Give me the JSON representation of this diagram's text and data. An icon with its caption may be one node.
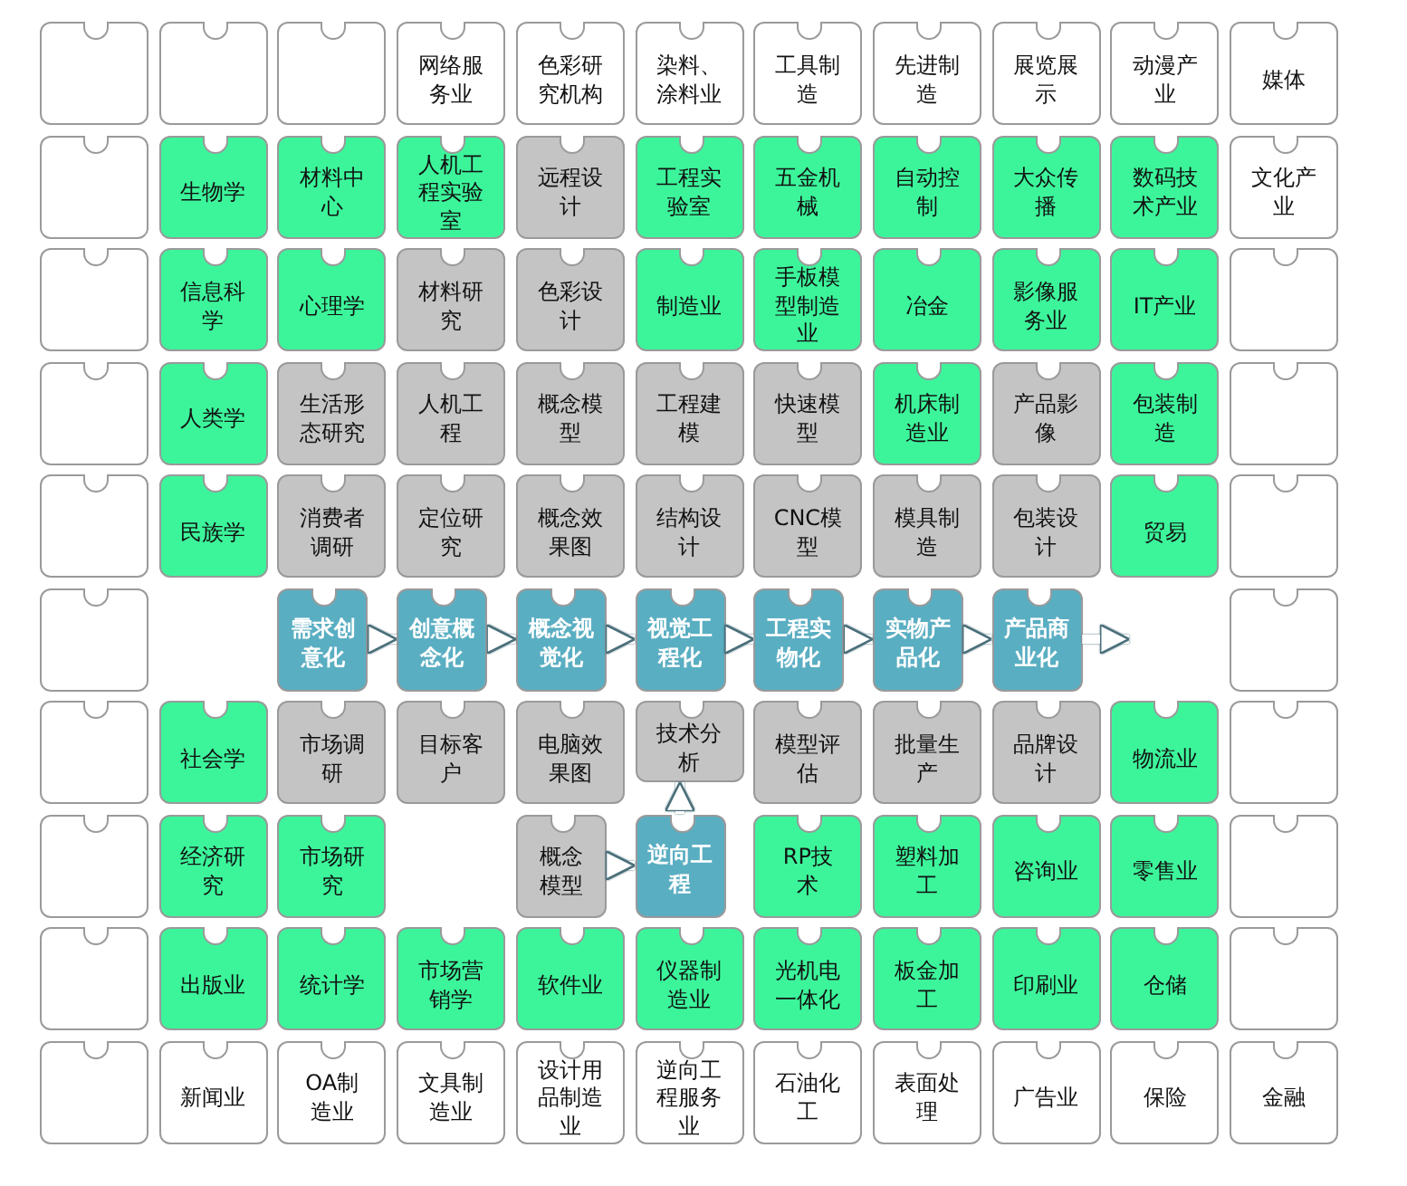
{
  "diagram": {
    "nodes": [
      {
        "text": [],
        "shape": "box"
      },
      {
        "text": [],
        "shape": "box"
      },
      {
        "text": [],
        "shape": "box"
      },
      {
        "text": [
          "网络服务业"
        ]
      },
      {
        "text": [
          "色彩研究机构"
        ]
      },
      {
        "text": [
          "染料、涂料业"
        ]
      },
      {
        "text": [
          "工具制造"
        ]
      },
      {
        "text": [
          "先进制造"
        ]
      },
      {
        "text": [
          "展览展示"
        ]
      },
      {
        "text": [
          "动漫产业"
        ]
      },
      {
        "text": [
          "媒体"
        ]
      },
      {
        "text": [],
        "shape": "box"
      },
      {
        "text": [
          "生物学"
        ]
      },
      {
        "text": [
          "材料中心"
        ]
      },
      {
        "text": [
          "人机工程实验室"
        ]
      },
      {
        "text": [
          "远程设计"
        ]
      },
      {
        "text": [
          "工程实验室"
        ]
      },
      {
        "text": [
          "五金机械"
        ]
      },
      {
        "text": [
          "自动控制"
        ]
      },
      {
        "text": [
          "大众传播"
        ]
      },
      {
        "text": [
          "数码技术产业"
        ]
      },
      {
        "text": [
          "文化产业"
        ]
      },
      {
        "text": [],
        "shape": "box"
      },
      {
        "text": [
          "信息科学"
        ]
      },
      {
        "text": [
          "心理学"
        ]
      },
      {
        "text": [
          "材料研究"
        ]
      },
      {
        "text": [
          "色彩设计"
        ]
      },
      {
        "text": [
          "制造业"
        ]
      },
      {
        "text": [
          "手板模型制造业"
        ]
      },
      {
        "text": [
          "冶金"
        ]
      },
      {
        "text": [
          "影像服务业"
        ]
      },
      {
        "text": [
          "IT产业"
        ]
      },
      {
        "text": [],
        "shape": "box"
      },
      {
        "text": [],
        "shape": "box"
      },
      {
        "text": [
          "人类学"
        ]
      },
      {
        "text": [
          "生活形态研究"
        ]
      },
      {
        "text": [
          "人机工程"
        ]
      },
      {
        "text": [
          "概念模型"
        ]
      },
      {
        "text": [
          "工程建模"
        ]
      },
      {
        "text": [
          "快速模型"
        ]
      },
      {
        "text": [
          "机床制造业"
        ]
      },
      {
        "text": [
          "产品影像"
        ]
      },
      {
        "text": [
          "包装制造"
        ]
      },
      {
        "text": [],
        "shape": "box"
      },
      {
        "text": [],
        "shape": "box"
      },
      {
        "text": [
          "民族学"
        ]
      },
      {
        "text": [
          "消费者调研"
        ]
      },
      {
        "text": [
          "定位研究"
        ]
      },
      {
        "text": [
          "概念效果图"
        ]
      },
      {
        "text": [
          "结构设计"
        ]
      },
      {
        "text": [
          "CNC模型"
        ]
      },
      {
        "text": [
          "模具制造"
        ]
      },
      {
        "text": [
          "包装设计"
        ]
      },
      {
        "text": [
          "贸易"
        ]
      },
      {
        "text": [],
        "shape": "box"
      },
      {
        "text": [],
        "shape": "box"
      },
      {
        "text": [
          "需求创意化"
        ]
      },
      {
        "text": [
          "创意概念化"
        ]
      },
      {
        "text": [
          "概念视觉化"
        ]
      },
      {
        "text": [
          "视觉工程化"
        ]
      },
      {
        "text": [
          "工程实物化"
        ]
      },
      {
        "text": [
          "实物产品化"
        ]
      },
      {
        "text": [
          "产品商业化"
        ]
      },
      {
        "text": [],
        "shape": "box"
      },
      {
        "text": [],
        "shape": "box"
      },
      {
        "text": [
          "社会学"
        ]
      },
      {
        "text": [
          "市场调研"
        ]
      },
      {
        "text": [
          "目标客户"
        ]
      },
      {
        "text": [
          "电脑效果图"
        ]
      },
      {
        "text": [
          "技术分析"
        ]
      },
      {
        "text": [
          "模型评估"
        ]
      },
      {
        "text": [
          "批量生产"
        ]
      },
      {
        "text": [
          "品牌设计"
        ]
      },
      {
        "text": [
          "物流业"
        ]
      },
      {
        "text": [],
        "shape": "box"
      },
      {
        "text": [],
        "shape": "box"
      },
      {
        "text": [
          "经济研究"
        ]
      },
      {
        "text": [
          "市场研究"
        ]
      },
      {
        "text": [
          "概念模型"
        ]
      },
      {
        "text": [
          "逆向工程"
        ]
      },
      {
        "text": [
          "RP技术"
        ]
      },
      {
        "text": [
          "塑料加工"
        ]
      },
      {
        "text": [
          "咨询业"
        ]
      },
      {
        "text": [
          "零售业"
        ]
      },
      {
        "text": [],
        "shape": "box"
      },
      {
        "text": [],
        "shape": "box"
      },
      {
        "text": [
          "出版业"
        ]
      },
      {
        "text": [
          "统计学"
        ]
      },
      {
        "text": [
          "市场营销学"
        ]
      },
      {
        "text": [
          "软件业"
        ]
      },
      {
        "text": [
          "仪器制造业"
        ]
      },
      {
        "text": [
          "光机电一体化"
        ]
      },
      {
        "text": [
          "板金加工"
        ]
      },
      {
        "text": [
          "印刷业"
        ]
      },
      {
        "text": [
          "仓储"
        ]
      },
      {
        "text": [],
        "shape": "box"
      },
      {
        "text": [],
        "shape": "box"
      },
      {
        "text": [
          "新闻业"
        ]
      },
      {
        "text": [
          "OA制造业"
        ]
      },
      {
        "text": [
          "文具制造业"
        ]
      },
      {
        "text": [
          "设计用品制造业"
        ]
      },
      {
        "text": [
          "逆向工程服务业"
        ]
      },
      {
        "text": [
          "石油化工"
        ]
      },
      {
        "text": [
          "表面处理"
        ]
      },
      {
        "text": [
          "广告业"
        ]
      },
      {
        "text": [
          "保险"
        ]
      },
      {
        "text": [
          "金融"
        ]
      }
    ],
    "edges": [
      {
        "from": 56,
        "to": 57,
        "arrow": "to"
      },
      {
        "from": 57,
        "to": 58,
        "arrow": "to"
      },
      {
        "from": 58,
        "to": 59,
        "arrow": "to"
      },
      {
        "from": 59,
        "to": 60,
        "arrow": "to"
      },
      {
        "from": 60,
        "to": 61,
        "arrow": "to"
      },
      {
        "from": 61,
        "to": 62,
        "arrow": "to"
      },
      {
        "from": 62,
        "to": null,
        "arrow": "to"
      },
      {
        "from": 78,
        "to": 79,
        "arrow": "to"
      },
      {
        "from": 79,
        "to": 69,
        "arrow": "to"
      }
    ]
  }
}
